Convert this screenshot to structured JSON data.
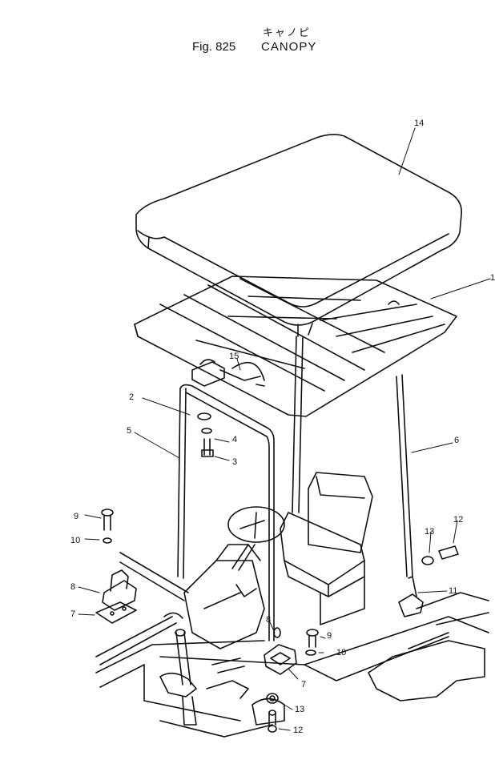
{
  "header": {
    "title_jp": "キャノピ",
    "figure_label": "Fig. 825",
    "title": "CANOPY"
  },
  "callouts": [
    "14",
    "1",
    "15",
    "2",
    "4",
    "5",
    "3",
    "6",
    "9",
    "10",
    "12",
    "13",
    "8",
    "11",
    "7",
    "9",
    "10",
    "8",
    "7",
    "13",
    "12"
  ],
  "colors": {
    "line": "#111111",
    "background": "#ffffff"
  }
}
